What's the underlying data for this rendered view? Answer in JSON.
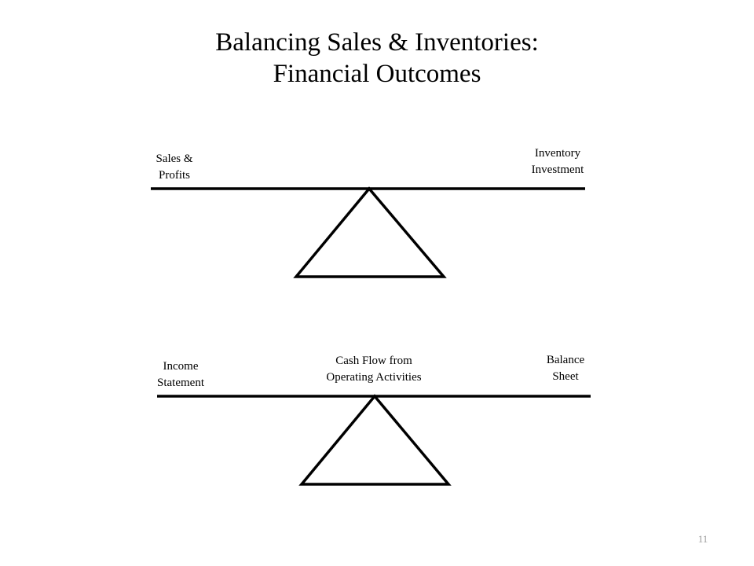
{
  "slide": {
    "title_line1": "Balancing Sales & Inventories:",
    "title_line2": "Financial Outcomes",
    "page_number": "11"
  },
  "scale_top": {
    "left_label": [
      "Sales &",
      "Profits"
    ],
    "right_label": [
      "Inventory",
      "Investment"
    ]
  },
  "scale_bottom": {
    "left_label": [
      "Income",
      "Statement"
    ],
    "center_label": [
      "Cash Flow from",
      "Operating Activities"
    ],
    "right_label": [
      "Balance",
      "Sheet"
    ]
  }
}
